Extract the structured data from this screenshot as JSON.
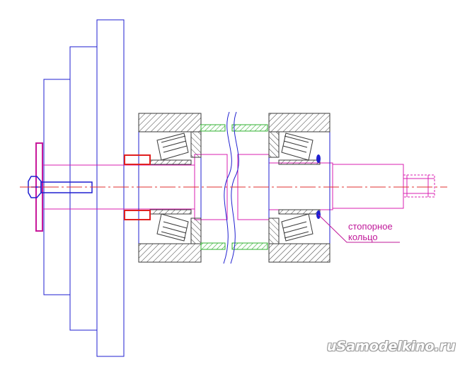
{
  "annotation": {
    "line1": "стопорное",
    "line2": "кольцо"
  },
  "watermark": "uSamodelkino.ru",
  "colors": {
    "plates": "#1f1fd0",
    "shaft": "#d81fb0",
    "centerline": "#e03030",
    "bolt": "#1f1fd0",
    "washer": "#c8189a",
    "spacer": "#30b030",
    "bushing": "#e02020",
    "hatching": "#3a3a3a",
    "retaining_ring": "#1f1fd0"
  }
}
